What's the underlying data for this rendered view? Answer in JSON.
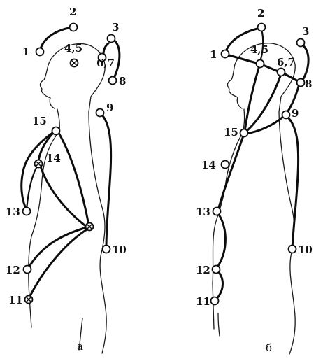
{
  "panels": [
    {
      "id": "a",
      "caption": "а",
      "points": [
        {
          "label": "1",
          "kind": "open"
        },
        {
          "label": "2",
          "kind": "open"
        },
        {
          "label": "3",
          "kind": "open"
        },
        {
          "label": "4,5",
          "kind": "crossed"
        },
        {
          "label": "6,7",
          "kind": "open"
        },
        {
          "label": "8",
          "kind": "open"
        },
        {
          "label": "9",
          "kind": "open"
        },
        {
          "label": "10",
          "kind": "open"
        },
        {
          "label": "11",
          "kind": "crossed"
        },
        {
          "label": "12",
          "kind": "open"
        },
        {
          "label": "13",
          "kind": "open"
        },
        {
          "label": "14",
          "kind": "crossed"
        },
        {
          "label": "15",
          "kind": "open"
        },
        {
          "label": "",
          "kind": "crossed"
        }
      ]
    },
    {
      "id": "b",
      "caption": "б",
      "points": [
        {
          "label": "1",
          "kind": "open"
        },
        {
          "label": "2",
          "kind": "open"
        },
        {
          "label": "3",
          "kind": "open"
        },
        {
          "label": "4,5",
          "kind": "open"
        },
        {
          "label": "6,7",
          "kind": "open"
        },
        {
          "label": "8",
          "kind": "open"
        },
        {
          "label": "9",
          "kind": "open"
        },
        {
          "label": "10",
          "kind": "open"
        },
        {
          "label": "11",
          "kind": "open"
        },
        {
          "label": "12",
          "kind": "open"
        },
        {
          "label": "13",
          "kind": "open"
        },
        {
          "label": "14",
          "kind": "open"
        },
        {
          "label": "15",
          "kind": "open"
        }
      ]
    }
  ]
}
